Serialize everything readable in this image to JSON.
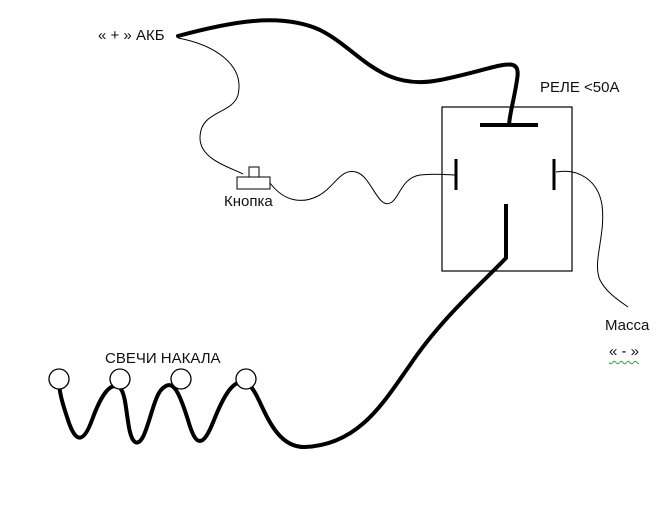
{
  "labels": {
    "battery_plus": "« + » АКБ",
    "relay": "РЕЛЕ <50А",
    "button": "Кнопка",
    "ground": "Масса",
    "ground_minus": "« - »",
    "glow_plugs": "СВЕЧИ НАКАЛА"
  },
  "colors": {
    "line": "#000000",
    "background": "#ffffff"
  }
}
